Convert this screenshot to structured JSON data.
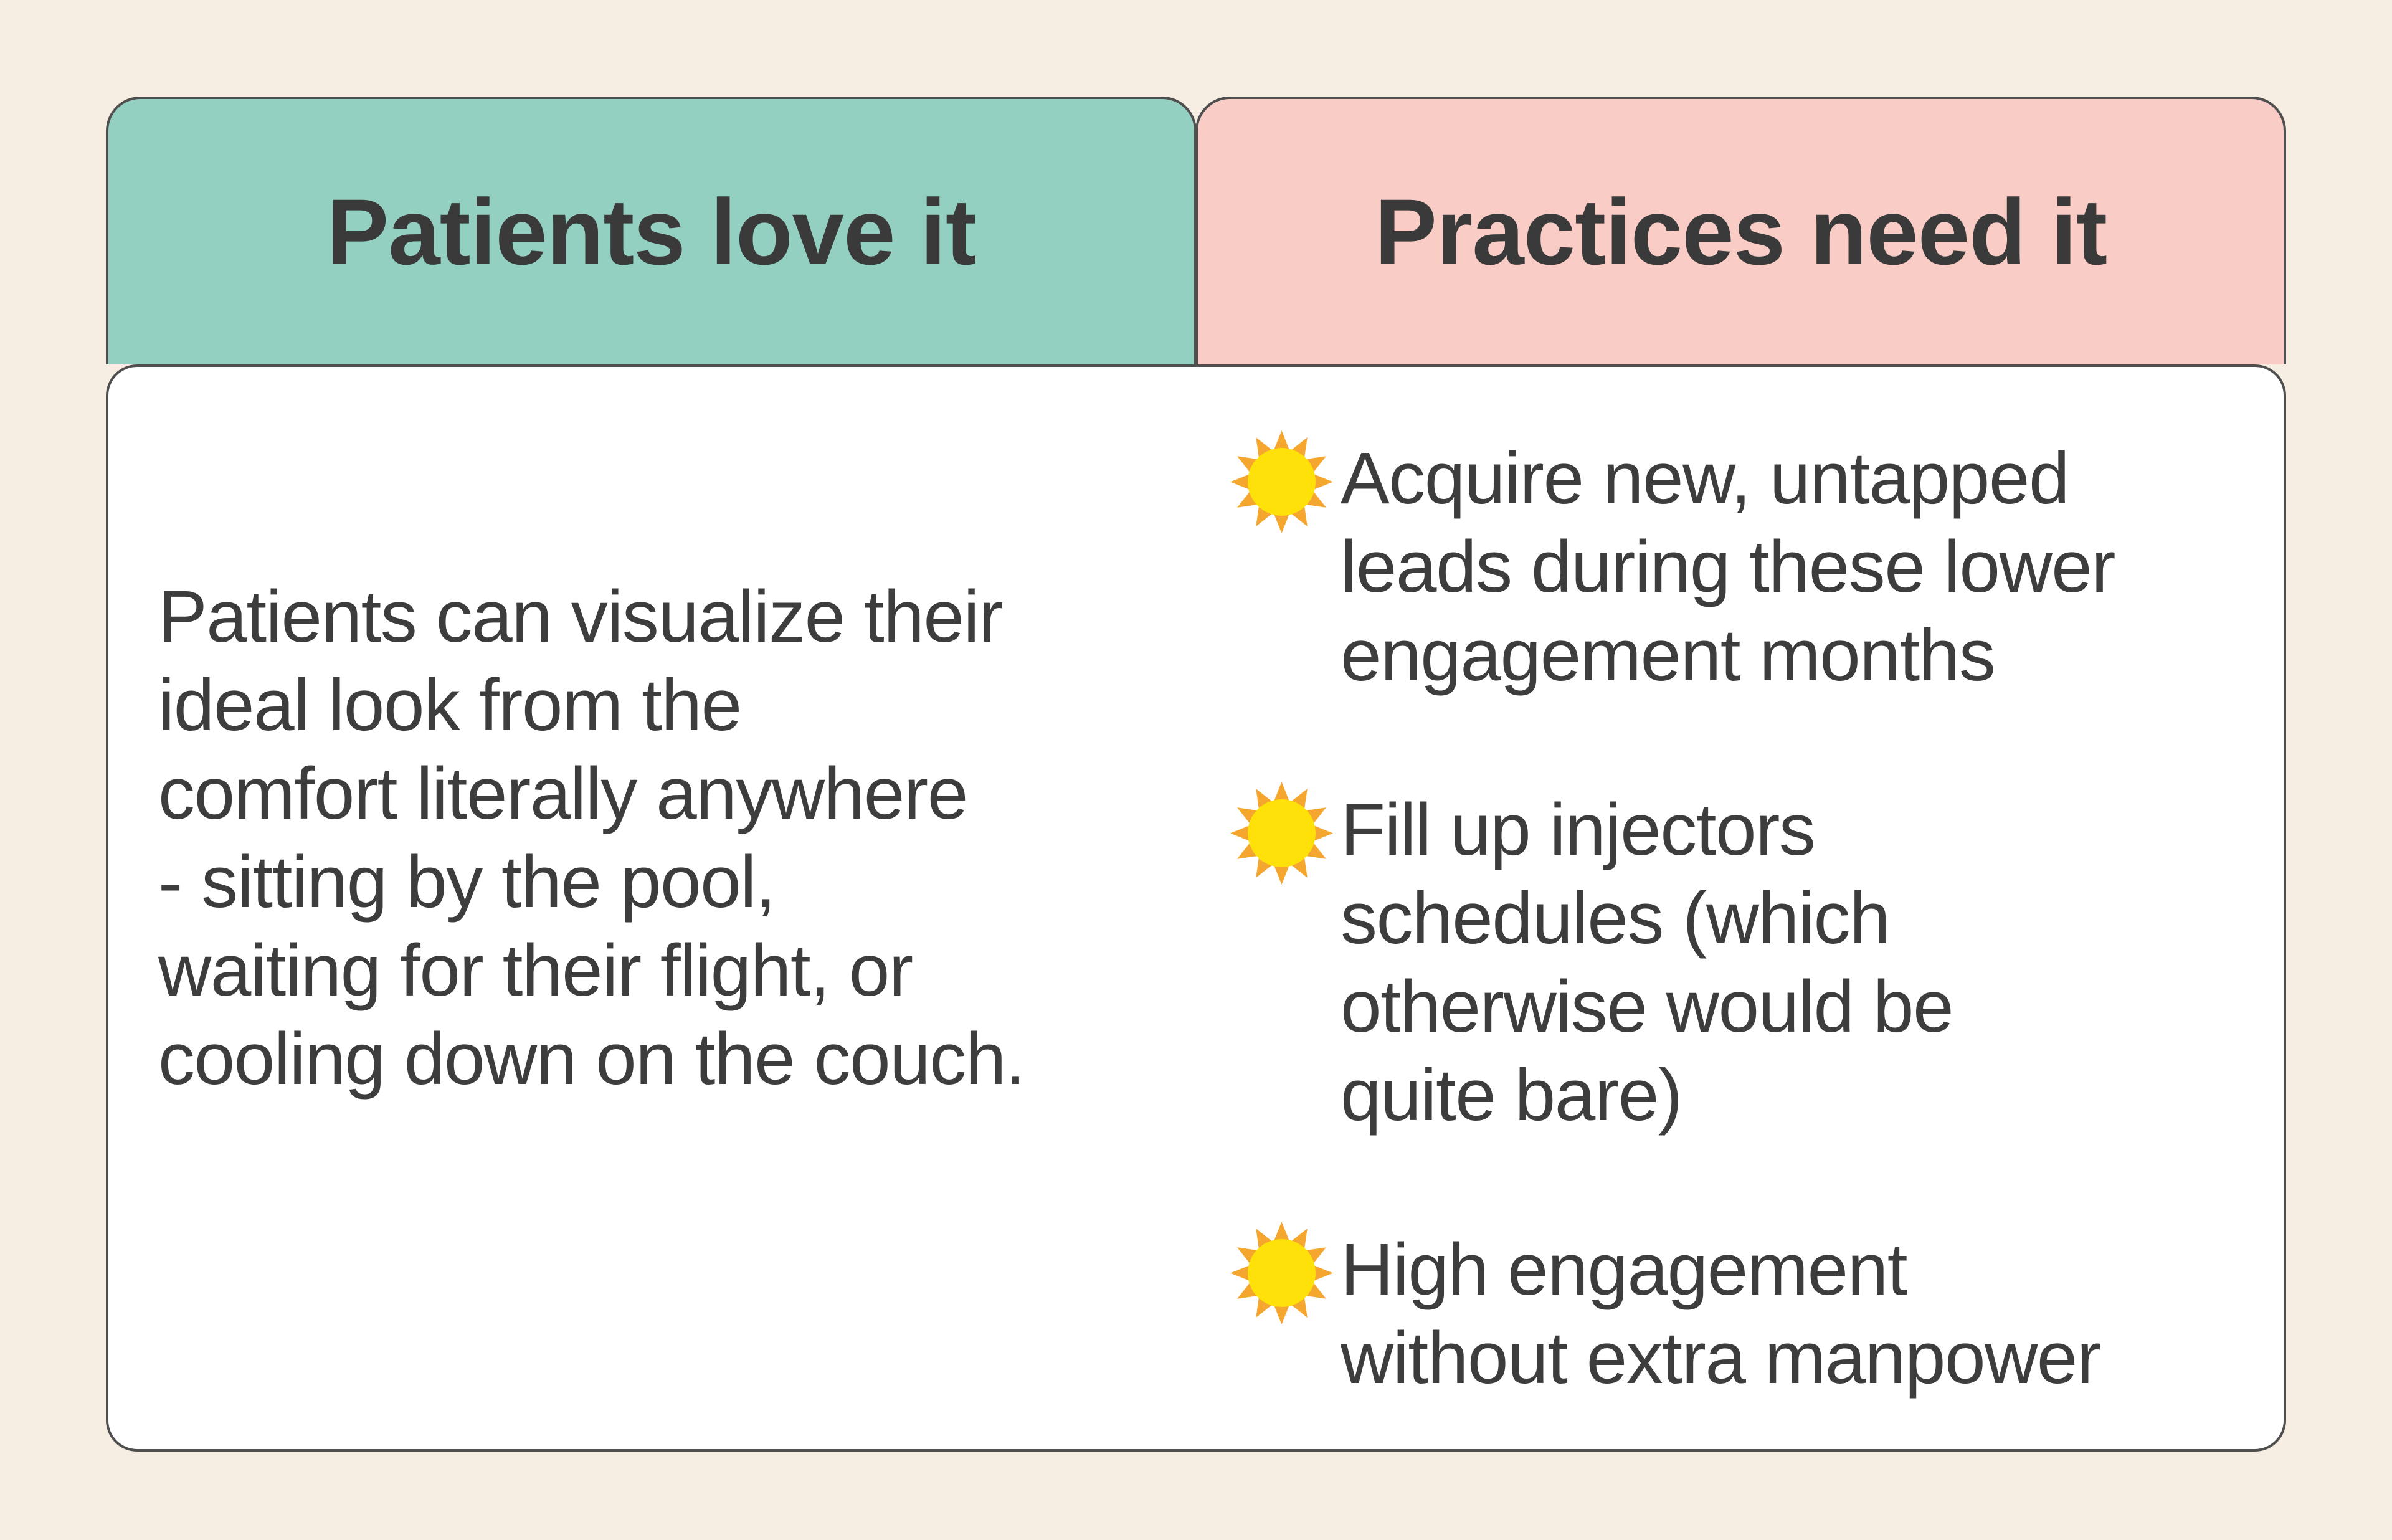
{
  "page": {
    "background_color": "#f6eee3",
    "card_background": "#ffffff",
    "border_color": "#4f4f4f",
    "text_color": "#3d3d3d"
  },
  "table": {
    "columns": [
      {
        "header": "Patients love it",
        "header_background": "#93d0c1",
        "paragraph": "Patients can visualize their\nideal look from the\ncomfort literally anywhere\n- sitting by the pool,\nwaiting for their flight, or\ncooling down on the couch."
      },
      {
        "header": "Practices need it",
        "header_background": "#f9ccc6",
        "bullets": [
          {
            "icon": "sun-icon",
            "text": "Acquire new, untapped\nleads during these lower\nengagement months"
          },
          {
            "icon": "sun-icon",
            "text": "Fill up injectors\nschedules (which\notherwise would be\nquite bare)"
          },
          {
            "icon": "sun-icon",
            "text": "High engagement\nwithout extra manpower"
          }
        ]
      }
    ]
  },
  "icons": {
    "sun": {
      "ray_color": "#f5a62f",
      "core_color": "#ffe10a"
    }
  }
}
